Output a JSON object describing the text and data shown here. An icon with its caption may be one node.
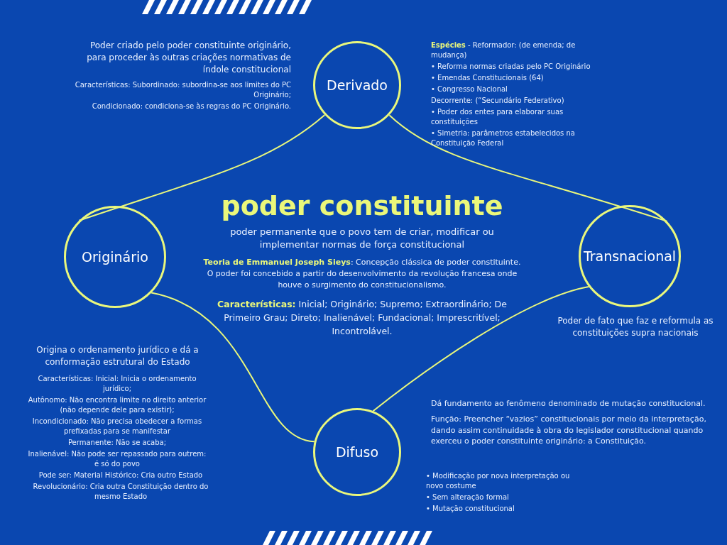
{
  "diagram": {
    "nodes": [
      {
        "text": [
          "poder constituinte",
          "poder permanente que o povo tem de criar, modificar ou implementar normas de força constitucional",
          "**Teoria de Emmanuel Joseph Sieys**: Concepção clássica de poder constituinte. O poder foi concebido a partir do desenvolvimento da revolução francesa onde houve o surgimento do constitucionalismo.",
          "**Características:** Inicial; Originário; Supremo; Extraordinário; De Primeiro Grau; Direto; Inalienável; Fundacional; Imprescritível; Incontrolável."
        ]
      },
      {
        "text": [
          "Derivado"
        ],
        "beside": [
          "Poder criado pelo poder constituinte originário, para proceder às outras criações normativas de índole constitucional",
          "Características: Subordinado: subordina-se aos limites do PC Originário;",
          "Condicionado: condiciona-se às regras do PC Originário.",
          "**Espécies** - Reformador: (de emenda; de mudança)",
          "• Reforma normas criadas pelo PC Originário",
          "• Emendas Constitucionais (64)",
          "• Congresso Nacional",
          "Decorrente: (“Secundário Federativo)",
          "• Poder dos entes para elaborar suas constituições",
          "• Simetria: parâmetros estabelecidos na Constituição Federal"
        ]
      },
      {
        "text": [
          "Originário"
        ],
        "beside": [
          "Origina o ordenamento jurídico e dá a conformação estrutural do Estado",
          "Características: Inicial: Inicia o ordenamento jurídico;",
          "Autônomo: Não encontra limite no direito anterior (não depende dele para existir);",
          "Incondicionado: Não precisa obedecer a formas prefixadas para se manifestar",
          "Permanente: Não se acaba;",
          "Inalienável: Não pode ser repassado para outrem: é só do povo",
          "Pode ser: Material Histórico: Cria outro Estado",
          "Revolucionário: Cria outra Constituição dentro do mesmo Estado"
        ]
      },
      {
        "text": [
          "Transnacional"
        ],
        "beside": [
          "Poder de fato que faz e reformula as constituições supra nacionais"
        ]
      },
      {
        "text": [
          "Difuso"
        ],
        "beside": [
          "Dá fundamento ao fenômeno denominado de mutação constitucional.",
          "Função: Preencher “vazios” constitucionais por meio da interpretação, dando assim continuidade à obra do legislador constitucional quando exerceu o poder constituinte originário: a Constituição.",
          "• Modificação por nova interpretação ou novo costume",
          "• Sem alteração formal",
          "• Mutação constitucional"
        ]
      }
    ],
    "edges": [
      {
        "from": 1,
        "to": 2,
        "arrow": "none"
      },
      {
        "from": 1,
        "to": 3,
        "arrow": "none"
      },
      {
        "from": 3,
        "to": 4,
        "arrow": "none"
      },
      {
        "from": 2,
        "to": 4,
        "arrow": "none"
      }
    ]
  }
}
